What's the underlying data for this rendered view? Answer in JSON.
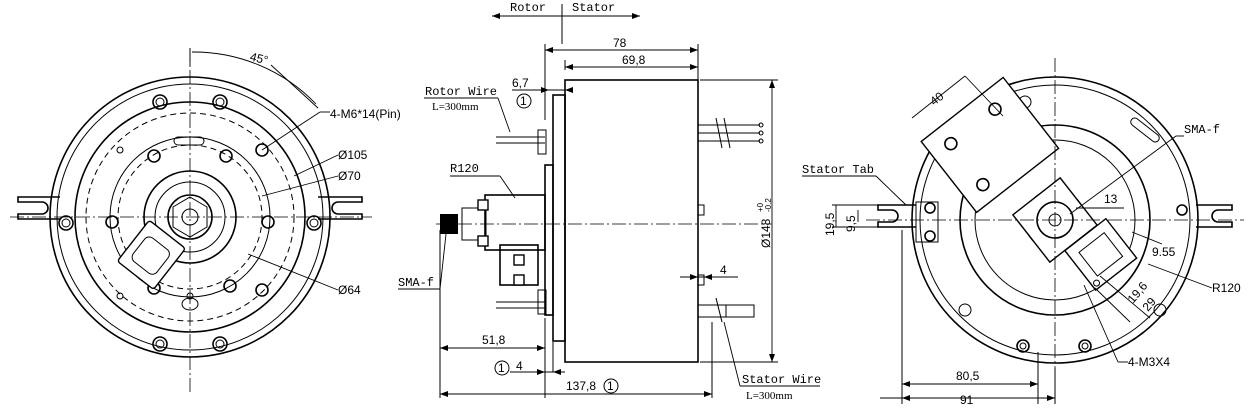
{
  "header": {
    "rotor": "Rotor",
    "stator": "Stator"
  },
  "front_view": {
    "angle": "45°",
    "hole_spec": "4-M6*14(Pin)",
    "dia_105": "Ø105",
    "dia_70": "Ø70",
    "dia_64": "Ø64"
  },
  "side_view": {
    "width_78": "78",
    "width_69_8": "69,8",
    "dim_6_7": "6,7",
    "rotor_wire": "Rotor Wire",
    "rotor_wire_len": "L=300mm",
    "r120": "R120",
    "sma": "SMA-f",
    "dim_4_right": "4",
    "dia_148": "Ø148",
    "tol_upper": "+0",
    "tol_lower": "-0.2",
    "dim_51_8": "51,8",
    "dim_4_bottom": "4",
    "dim_137_8": "137,8",
    "stator_wire": "Stator Wire",
    "stator_wire_len": "L=300mm",
    "marker": "1"
  },
  "rear_view": {
    "dim_40": "40",
    "sma": "SMA-f",
    "stator_tab": "Stator Tab",
    "dim_19_5": "19,5",
    "dim_9_5": "9,5",
    "dim_13": "13",
    "dim_9_55": "9.55",
    "r120": "R120",
    "dim_19_6": "19,6",
    "dim_29": "29",
    "holes": "4-M3X4",
    "dim_80_5": "80,5",
    "dim_91": "91"
  }
}
